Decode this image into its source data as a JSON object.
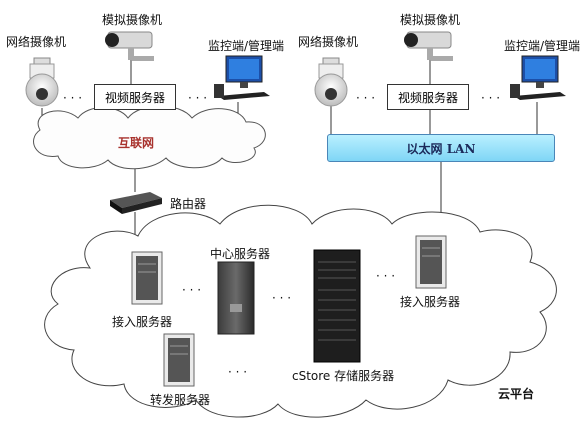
{
  "left": {
    "network_camera": "网络摄像机",
    "analog_camera": "模拟摄像机",
    "monitor_terminal": "监控端/管理端",
    "video_server": "视频服务器",
    "internet": "互联网",
    "router": "路由器"
  },
  "right": {
    "network_camera": "网络摄像机",
    "analog_camera": "模拟摄像机",
    "monitor_terminal": "监控端/管理端",
    "video_server": "视频服务器",
    "lan": "以太网 LAN"
  },
  "cloud": {
    "center_server": "中心服务器",
    "access_server_left": "接入服务器",
    "access_server_right": "接入服务器",
    "forward_server": "转发服务器",
    "cstore": "cStore 存储服务器",
    "platform": "云平台"
  },
  "ellipsis": "· · ·",
  "colors": {
    "lan": "#7fd6f6",
    "internet_label": "#a8322d"
  }
}
